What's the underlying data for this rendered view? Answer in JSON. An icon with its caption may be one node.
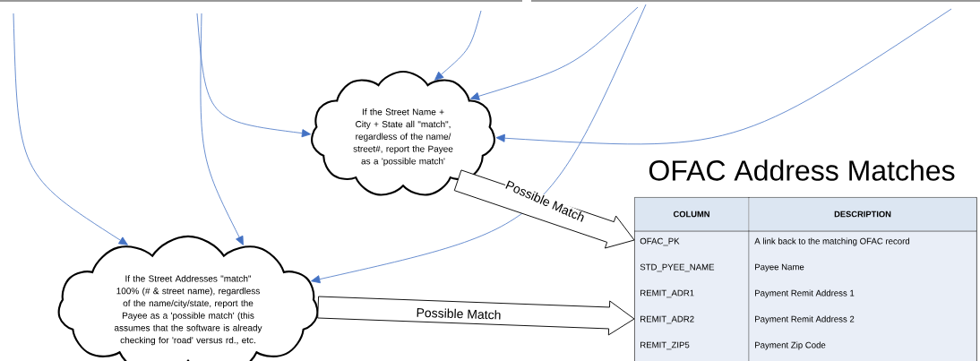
{
  "diagram": {
    "nodes": [
      {
        "text": [
          "If the Street Name + City + State all \"match\", regardless of the name/ street#, report the Payee as a 'possible match'"
        ]
      },
      {
        "text": [
          "If the Street Addresses \"match\" 100% (# & street name), regardless of the name/city/state, report the Payee as a 'possible match' (this assumes that the software is already checking for 'road' versus rd., etc."
        ]
      },
      {
        "text": [
          "OFAC Address Matches"
        ]
      }
    ],
    "edges": [
      {
        "from": null,
        "to": 0,
        "arrow": "to"
      },
      {
        "from": null,
        "to": 0,
        "arrow": "to"
      },
      {
        "from": null,
        "to": 0,
        "arrow": "to"
      },
      {
        "from": null,
        "to": 0,
        "arrow": "to"
      },
      {
        "from": null,
        "to": 1,
        "arrow": "to"
      },
      {
        "from": null,
        "to": 1,
        "arrow": "to"
      },
      {
        "from": null,
        "to": 1,
        "arrow": "to"
      },
      {
        "from": 0,
        "to": 2,
        "arrow": "to",
        "label": "Possible Match",
        "style": "thick",
        "color": "#000000"
      },
      {
        "from": 1,
        "to": 2,
        "arrow": "to",
        "label": "Possible Match",
        "style": "thick",
        "color": "#000000"
      }
    ],
    "labels": [
      "COLUMN",
      "DESCRIPTION",
      "OFAC_PK",
      "A link back to the matching OFAC record",
      "STD_PYEE_NAME",
      "Payee Name",
      "REMIT_ADR1",
      "Payment Remit Address 1",
      "REMIT_ADR2",
      "Payment Remit Address 2",
      "REMIT_ZIP5",
      "Payment Zip Code"
    ]
  }
}
